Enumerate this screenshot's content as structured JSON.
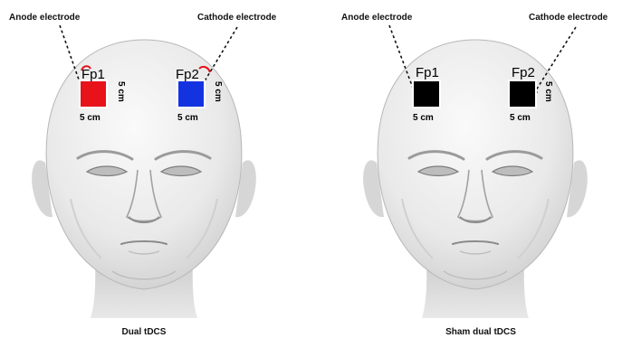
{
  "panels": [
    {
      "anode_label": "Anode electrode",
      "cathode_label": "Cathode electrode",
      "left_site": "Fp1",
      "right_site": "Fp2",
      "width_label": "5 cm",
      "height_label": "5 cm",
      "caption": "Dual tDCS",
      "anode_color": "#e8121b",
      "cathode_color": "#1433e0"
    },
    {
      "anode_label": "Anode electrode",
      "cathode_label": "Cathode electrode",
      "left_site": "Fp1",
      "right_site": "Fp2",
      "width_label": "5 cm",
      "height_label": "5 cm",
      "caption": "Sham dual tDCS",
      "anode_color": "#e8121b",
      "cathode_color": "#1433e0"
    }
  ]
}
